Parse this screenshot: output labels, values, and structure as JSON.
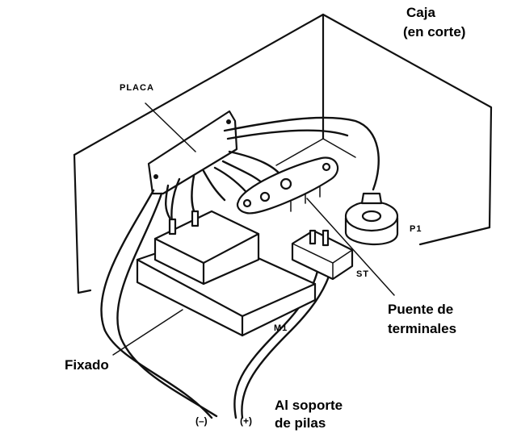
{
  "labels": {
    "box": [
      "Caja",
      "(en corte)"
    ],
    "board": "PLACA",
    "pot": "P1",
    "switch": "ST",
    "motor": "M1",
    "terminal_strip": [
      "Puente de",
      "terminales"
    ],
    "fixing": "Fixado",
    "battery": [
      "Al soporte",
      "de pilas"
    ],
    "minus": "(–)",
    "plus": "(+)"
  }
}
